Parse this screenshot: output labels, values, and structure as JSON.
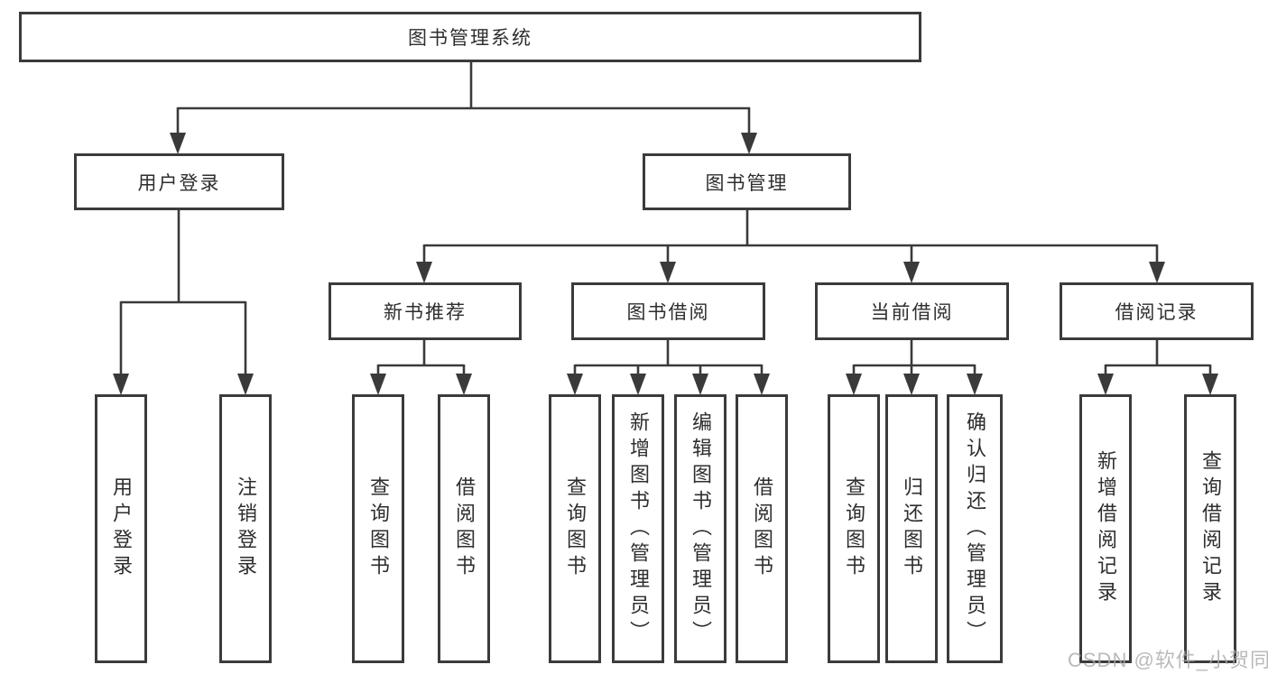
{
  "diagram": {
    "title_node": "图书管理系统",
    "level2": [
      {
        "label": "用户登录"
      },
      {
        "label": "图书管理"
      }
    ],
    "level3": [
      {
        "label": "新书推荐"
      },
      {
        "label": "图书借阅"
      },
      {
        "label": "当前借阅"
      },
      {
        "label": "借阅记录"
      }
    ],
    "leaves": {
      "user_login": [
        "用户登录",
        "注销登录"
      ],
      "new_book_recommend": [
        "查询图书",
        "借阅图书"
      ],
      "book_borrow": [
        "查询图书",
        "新增图书（管理员）",
        "编辑图书（管理员）",
        "借阅图书"
      ],
      "current_borrow": [
        "查询图书",
        "归还图书",
        "确认归还（管理员）"
      ],
      "borrow_records": [
        "新增借阅记录",
        "查询借阅记录"
      ]
    }
  },
  "watermark": "CSDN @软件_小贺同学",
  "colors": {
    "line": "#3a3a3a",
    "border": "#3b3b3b",
    "text": "#2e2e2e",
    "background": "#ffffff",
    "watermark": "#a9a9a9"
  }
}
